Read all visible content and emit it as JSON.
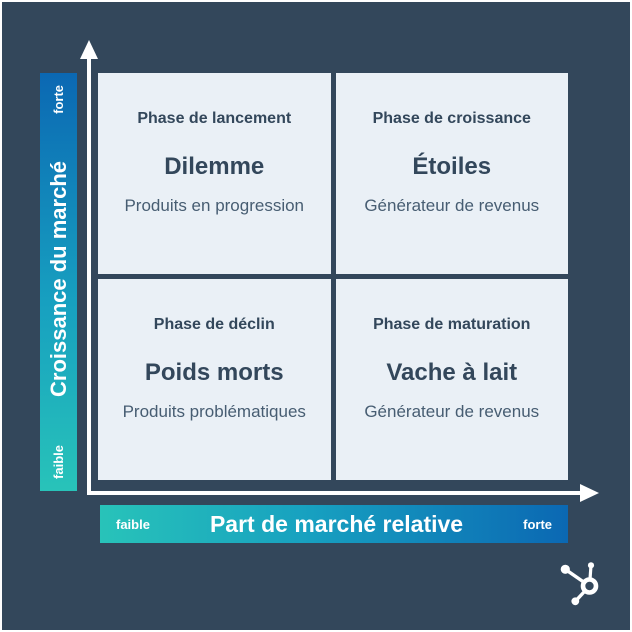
{
  "matrix": {
    "quadrants": [
      {
        "id": "top-left",
        "phase": "Phase de lancement",
        "title": "Dilemme",
        "description": "Produits en progression"
      },
      {
        "id": "top-right",
        "phase": "Phase de croissance",
        "title": "Étoiles",
        "description": "Générateur de revenus"
      },
      {
        "id": "bottom-left",
        "phase": "Phase de déclin",
        "title": "Poids morts",
        "description": "Produits problématiques"
      },
      {
        "id": "bottom-right",
        "phase": "Phase de maturation",
        "title": "Vache à lait",
        "description": "Générateur de revenus"
      }
    ]
  },
  "y_axis": {
    "label": "Croissance du marché",
    "top_label": "forte",
    "bottom_label": "faible"
  },
  "x_axis": {
    "label": "Part de marché relative",
    "left_label": "faible",
    "right_label": "forte"
  },
  "branding": {
    "logo": "hubspot-sprocket-icon"
  },
  "colors": {
    "background_navy": "#33475b",
    "cell_background": "#eaf0f6",
    "gradient_blue": "#0b68b3",
    "gradient_teal": "#28c3b9",
    "title_text": "#33475b",
    "description_text": "#475d72",
    "axis_white": "#ffffff"
  }
}
